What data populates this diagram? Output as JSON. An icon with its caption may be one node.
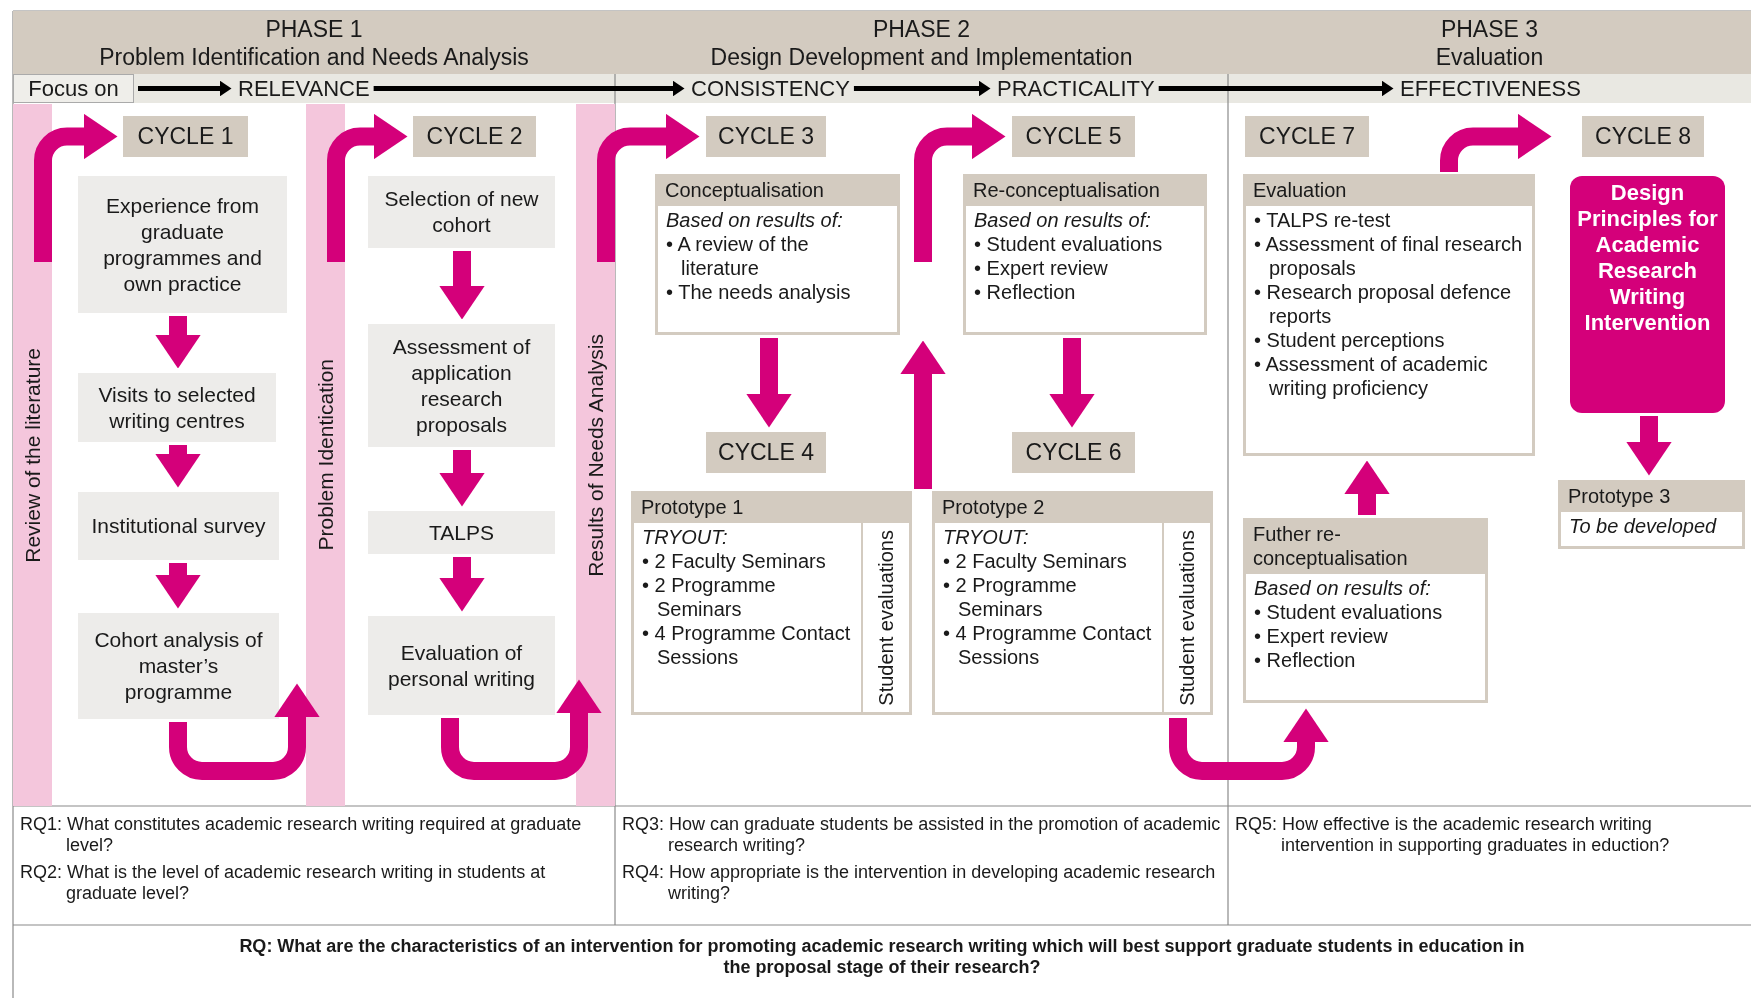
{
  "diagram": {
    "nodes": [
      {
        "text": [
          "PHASE 1",
          "Problem Identification and Needs Analysis"
        ]
      },
      {
        "text": [
          "PHASE 2",
          "Design Development and Implementation"
        ]
      },
      {
        "text": [
          "PHASE 3",
          "Evaluation"
        ]
      },
      {
        "text": [
          "Focus on"
        ]
      },
      {
        "text": [
          "RELEVANCE"
        ]
      },
      {
        "text": [
          "CONSISTENCY"
        ]
      },
      {
        "text": [
          "PRACTICALITY"
        ]
      },
      {
        "text": [
          "EFFECTIVENESS"
        ]
      },
      {
        "text": [
          "Review of the literature"
        ]
      },
      {
        "text": [
          "CYCLE 1"
        ]
      },
      {
        "text": [
          "Experience from graduate programmes and own practice"
        ]
      },
      {
        "text": [
          "Visits to selected writing centres"
        ]
      },
      {
        "text": [
          "Institutional survey"
        ]
      },
      {
        "text": [
          "Cohort analysis of master’s programme"
        ]
      },
      {
        "text": [
          "Problem Identication"
        ]
      },
      {
        "text": [
          "CYCLE 2"
        ]
      },
      {
        "text": [
          "Selection of new cohort"
        ]
      },
      {
        "text": [
          "Assessment of application research proposals"
        ]
      },
      {
        "text": [
          "TALPS"
        ]
      },
      {
        "text": [
          "Evaluation of personal writing"
        ]
      },
      {
        "text": [
          "Results of Needs Analysis"
        ]
      },
      {
        "text": [
          "CYCLE 3"
        ]
      },
      {
        "text": [
          "Conceptualisation",
          "Based on results of:",
          "• A review of the literature",
          "• The needs analysis"
        ]
      },
      {
        "text": [
          "CYCLE 4"
        ]
      },
      {
        "text": [
          "Prototype 1",
          "TRYOUT:",
          "• 2 Faculty Seminars",
          "• 2 Programme Seminars",
          "• 4 Programme Contact Sessions",
          "Student evaluations"
        ]
      },
      {
        "text": [
          "CYCLE 5"
        ]
      },
      {
        "text": [
          "Re-conceptualisation",
          "Based on results of:",
          "• Student evaluations",
          "• Expert review",
          "• Reflection"
        ]
      },
      {
        "text": [
          "CYCLE 6"
        ]
      },
      {
        "text": [
          "Prototype 2",
          "TRYOUT:",
          "• 2 Faculty Seminars",
          "• 2 Programme Seminars",
          "• 4 Programme Contact Sessions",
          "Student evaluations"
        ]
      },
      {
        "text": [
          "CYCLE 7"
        ]
      },
      {
        "text": [
          "Evaluation",
          "• TALPS re-test",
          "• Assessment of final research proposals",
          "• Research proposal defence reports",
          "• Student perceptions",
          "• Assessment of academic writing proficiency"
        ]
      },
      {
        "text": [
          "Futher re-conceptualisation",
          "Based on results of:",
          "• Student evaluations",
          "• Expert review",
          "• Reflection"
        ]
      },
      {
        "text": [
          "CYCLE 8"
        ]
      },
      {
        "text": [
          "Design Principles for Academic Research Writing Intervention"
        ]
      },
      {
        "text": [
          "Prototype 3",
          "To be developed"
        ]
      }
    ],
    "edges": [
      {
        "from": 3,
        "to": 4,
        "arrow": "to",
        "color": "#000000"
      },
      {
        "from": 4,
        "to": 5,
        "arrow": "to",
        "color": "#000000"
      },
      {
        "from": 5,
        "to": 6,
        "arrow": "to",
        "color": "#000000"
      },
      {
        "from": 6,
        "to": 7,
        "arrow": "to",
        "color": "#000000"
      },
      {
        "from": 8,
        "to": 9,
        "arrow": "to"
      },
      {
        "from": 10,
        "to": 11,
        "arrow": "to"
      },
      {
        "from": 11,
        "to": 12,
        "arrow": "to"
      },
      {
        "from": 12,
        "to": 13,
        "arrow": "to"
      },
      {
        "from": 13,
        "to": 14,
        "arrow": "to"
      },
      {
        "from": 14,
        "to": 15,
        "arrow": "to"
      },
      {
        "from": 16,
        "to": 17,
        "arrow": "to"
      },
      {
        "from": 17,
        "to": 18,
        "arrow": "to"
      },
      {
        "from": 18,
        "to": 19,
        "arrow": "to"
      },
      {
        "from": 19,
        "to": 20,
        "arrow": "to"
      },
      {
        "from": 20,
        "to": 21,
        "arrow": "to"
      },
      {
        "from": 22,
        "to": 23,
        "arrow": "to"
      },
      {
        "from": 24,
        "to": 26,
        "arrow": "to"
      },
      {
        "from": null,
        "to": 25,
        "arrow": "to"
      },
      {
        "from": 26,
        "to": 27,
        "arrow": "to"
      },
      {
        "from": 28,
        "to": 31,
        "arrow": "to"
      },
      {
        "from": 31,
        "to": 30,
        "arrow": "to"
      },
      {
        "from": 30,
        "to": 32,
        "arrow": "to"
      },
      {
        "from": 33,
        "to": 34,
        "arrow": "to"
      }
    ],
    "labels": [
      "RQ1: What constitutes academic research writing required at graduate level?",
      "RQ2: What is the level of academic research writing in students at graduate level?",
      "RQ3: How can graduate students be assisted in the promotion of academic research writing?",
      "RQ4: How appropriate is the intervention in developing academic research writing?",
      "RQ5: How effective is the academic research writing intervention in supporting graduates in eduction?",
      "RQ: What are the characteristics of an intervention for promoting academic research writing which will best support graduate students in education in the proposal stage of their research?"
    ]
  }
}
